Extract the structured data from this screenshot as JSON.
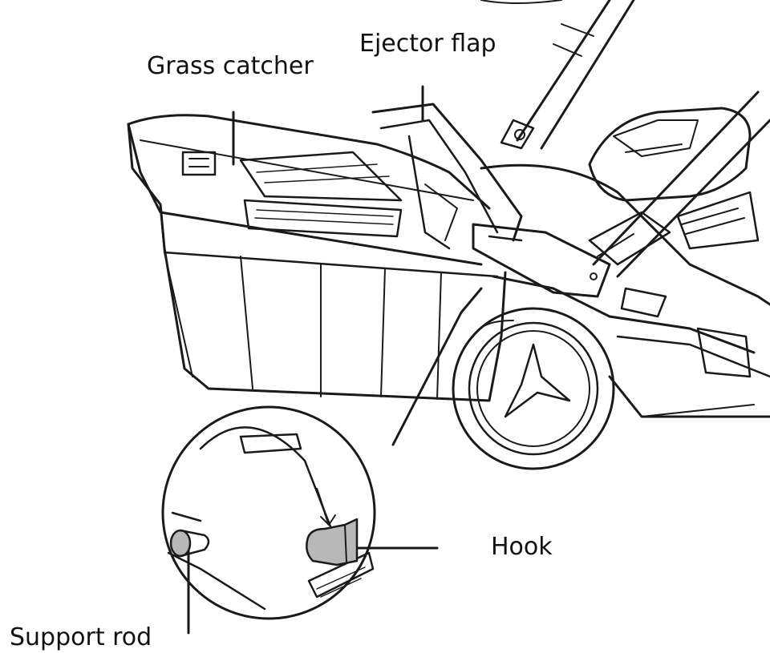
{
  "labels": {
    "grass_catcher": "Grass catcher",
    "ejector_flap": "Ejector flap",
    "hook": "Hook",
    "support_rod": "Support rod"
  },
  "colors": {
    "line": "#1a1a1a",
    "hook_fill": "#b8b8b8",
    "background": "#ffffff"
  }
}
